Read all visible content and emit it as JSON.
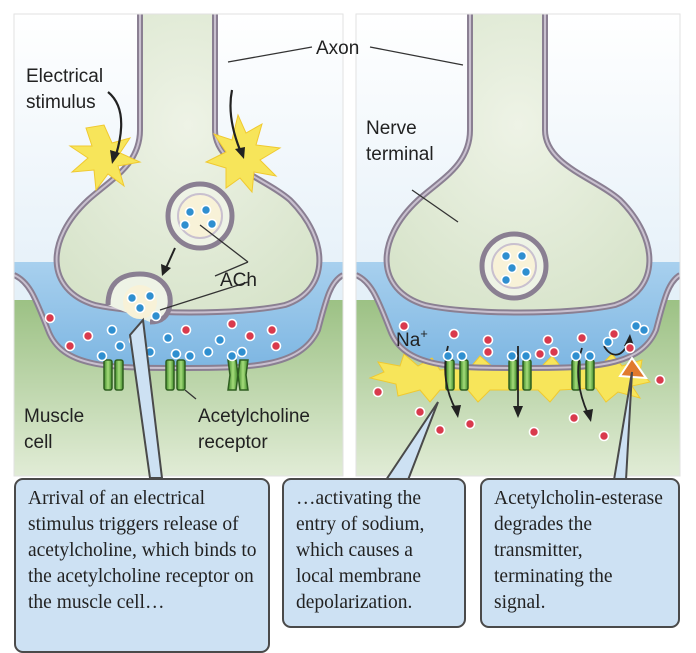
{
  "labels": {
    "axon": "Axon",
    "electrical_stimulus": [
      "Electrical",
      "stimulus"
    ],
    "nerve_terminal": [
      "Nerve",
      "terminal"
    ],
    "ach": "ACh",
    "na": "Na",
    "na_charge": "+",
    "muscle_cell": [
      "Muscle",
      "cell"
    ],
    "receptor": [
      "Acetylcholine",
      "receptor"
    ]
  },
  "captions": {
    "left": "Arrival of an electrical stimulus triggers release of acetylcholine, which binds to the acetylcholine receptor on the muscle cell…",
    "middle": "…activating the entry of sodium, which causes a local membrane depolarization.",
    "right": "Acetylcholin-esterase degrades the transmitter, terminating the signal."
  },
  "colors": {
    "cytoplasm": "#dde9d3",
    "membrane": "#8a7f92",
    "cleft": "#8fc2e8",
    "muscle": "#bcd4a8",
    "caption_bg": "#cde1f3",
    "ach_molecule": "#2f8fd0",
    "sodium": "#d93a4d",
    "receptor": "#72b84a",
    "depolarization": "#f7e55a"
  }
}
